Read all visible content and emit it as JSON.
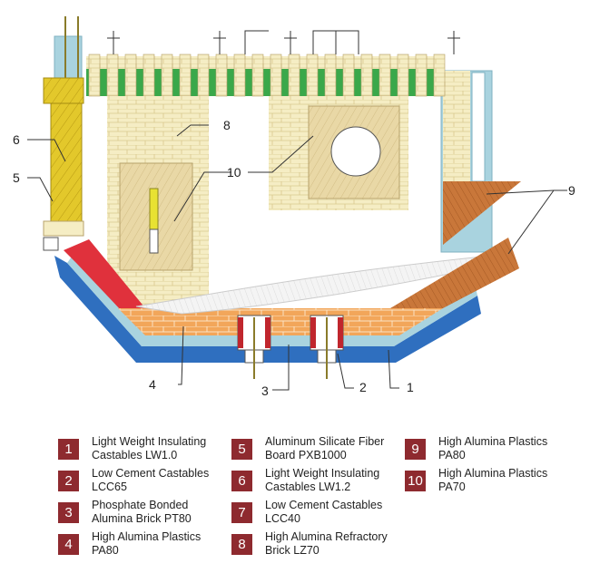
{
  "callouts": {
    "c1": "1",
    "c2": "2",
    "c3": "3",
    "c4": "4",
    "c5": "5",
    "c6": "6",
    "c8": "8",
    "c9": "9",
    "c10": "10"
  },
  "legend": [
    {
      "num": "1",
      "text": "Light Weight Insulating\nCastables LW1.0"
    },
    {
      "num": "2",
      "text": "Low Cement Castables\nLCC65"
    },
    {
      "num": "3",
      "text": "Phosphate Bonded\nAlumina Brick PT80"
    },
    {
      "num": "4",
      "text": "High Alumina Plastics\nPA80"
    },
    {
      "num": "5",
      "text": "Aluminum Silicate Fiber\nBoard PXB1000"
    },
    {
      "num": "6",
      "text": "Light Weight Insulating\nCastables LW1.2"
    },
    {
      "num": "7",
      "text": "Low Cement Castables\nLCC40"
    },
    {
      "num": "8",
      "text": "High Alumina Refractory\nBrick LZ70"
    },
    {
      "num": "9",
      "text": "High Alumina Plastics\nPA80"
    },
    {
      "num": "10",
      "text": "High Alumina Plastics\nPA70"
    }
  ],
  "colors": {
    "brick_light": "#f5edc4",
    "brick_orange": "#f2a65a",
    "steel_blue": "#2f6fbf",
    "light_blue": "#a9d3df",
    "red_castable": "#e0313c",
    "green_band": "#3aa84a",
    "yellow_column": "#e3c82b",
    "tan_block": "#e9d8a6",
    "brown_plastic": "#c9773a",
    "legend_badge": "#8e2a2f"
  }
}
